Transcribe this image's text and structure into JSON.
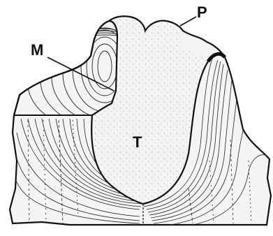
{
  "labels": {
    "m": "M",
    "p": "P",
    "t": "T"
  },
  "colors": {
    "ink": "#111111",
    "shell": "#f4f4f4",
    "interior": "#ececec",
    "background": "#ffffff"
  }
}
